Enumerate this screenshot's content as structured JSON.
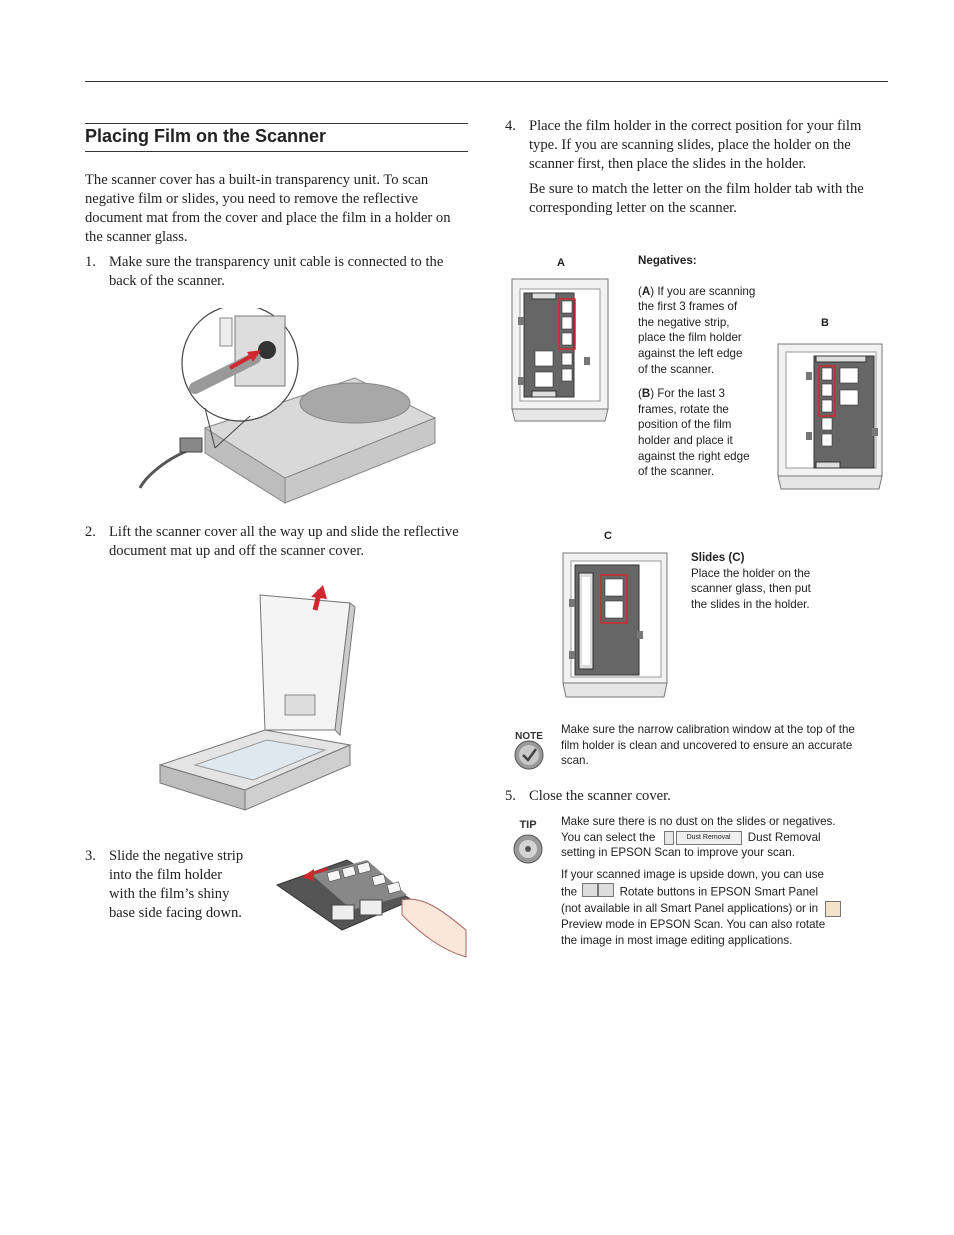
{
  "section": {
    "title": "Placing Film on the Scanner"
  },
  "intro": "The scanner cover has a built-in transparency unit. To scan negative film or slides, you need to remove the reflective document mat from the cover and place the film in a holder on the scanner glass.",
  "steps": [
    {
      "num": "1.",
      "line1": "Make sure the transparency unit cable is connected to the",
      "line2": "back of the scanner."
    },
    {
      "num": "2.",
      "line1": "Lift the scanner cover all the way up and slide the reflective",
      "line2": "document mat up and off the scanner cover."
    },
    {
      "num": "3.",
      "lines": [
        "Slide the negative strip",
        "into the film holder",
        "with the film’s shiny",
        "base side facing down."
      ]
    },
    {
      "num": "4.",
      "lines": [
        "Place the film holder in the correct position for your film",
        "type. If you are scanning slides, place the holder on the",
        "scanner first, then place the slides in the holder."
      ],
      "extra": [
        "Be sure to match the letter on the film holder tab with the",
        "corresponding letter on the scanner."
      ]
    },
    {
      "num": "5.",
      "text": "Close the scanner cover."
    }
  ],
  "figures": {
    "label_a": "A",
    "label_b": "B",
    "label_c": "C",
    "negatives_title": "Negatives:",
    "neg_a_key": "A",
    "neg_a_lines": [
      ") If you are scanning",
      "the first 3 frames of",
      "the negative strip,",
      "place the film holder",
      "against the left edge",
      "of the scanner."
    ],
    "neg_b_key": "B",
    "neg_b_lines": [
      ") For the last 3",
      "frames, rotate the",
      "position of the film",
      "holder and place it",
      "against the right edge",
      "of the scanner."
    ],
    "slides_title": "Slides (C)",
    "slides_lines": [
      "Place the holder on the",
      "scanner glass, then put",
      "the slides in the holder."
    ]
  },
  "note": {
    "icon_text": "NOTE",
    "lines": [
      "Make sure the narrow calibration window at the top of the",
      "film holder is clean and uncovered to ensure an accurate",
      "scan."
    ]
  },
  "tip": {
    "icon_text": "TIP",
    "p1_line1": "Make sure there is no dust on the slides or negatives.",
    "p1_line2a": "You can select the",
    "dust_button": "Dust Removal",
    "p1_line2b": "Dust Removal",
    "p1_line3": "setting in EPSON Scan to improve your scan.",
    "p2_line1": "If your scanned image is upside down, you can use",
    "p2_line2a": "the",
    "p2_line2b": "Rotate buttons in EPSON Smart Panel",
    "p2_line3": "(not available in all Smart Panel applications) or in",
    "p2_line4": "Preview mode in EPSON Scan. You can also rotate",
    "p2_line5": "the image in most image editing applications."
  },
  "colors": {
    "highlight": "#d0282e",
    "rule": "#333333"
  }
}
